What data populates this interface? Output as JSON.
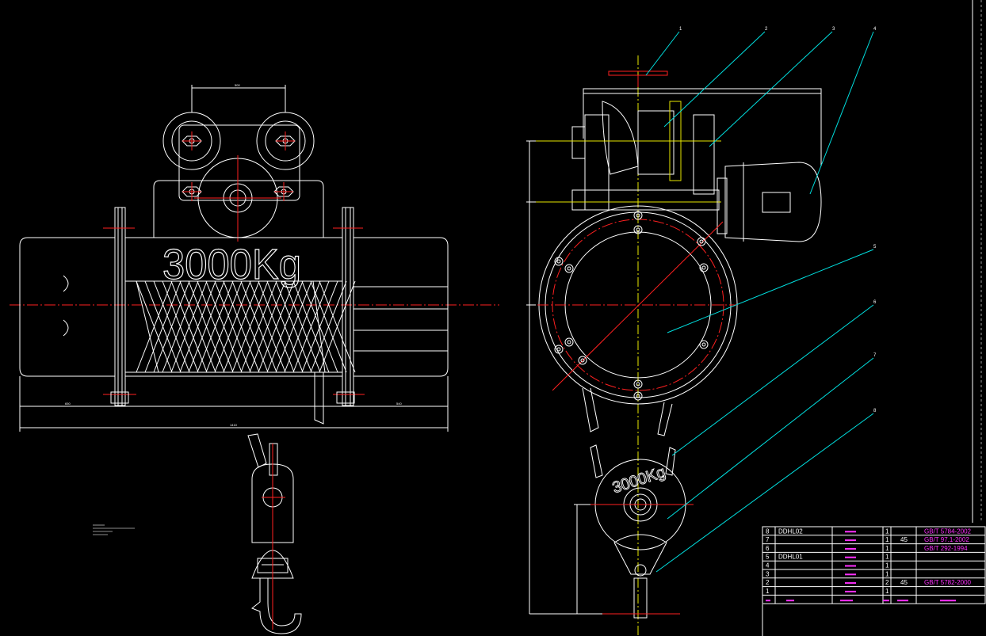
{
  "drawing": {
    "capacity_label": "3000Kg",
    "hook_capacity_label": "3000Kg",
    "balloons": [
      "1",
      "2",
      "3",
      "4",
      "5",
      "6",
      "7",
      "8"
    ],
    "colors": {
      "background": "#000000",
      "outline": "#ffffff",
      "center": "#ff2020",
      "leader": "#00e0e0",
      "table_text": "#ff30ff"
    }
  },
  "bom": {
    "rows": [
      {
        "no": "8",
        "code": "DDHL02",
        "name": "",
        "qty": "1",
        "mat": "",
        "std": "GB/T 5784-2002"
      },
      {
        "no": "7",
        "code": "",
        "name": "",
        "qty": "1",
        "mat": "45",
        "std": "GB/T 97.1-2002"
      },
      {
        "no": "6",
        "code": "",
        "name": "",
        "qty": "1",
        "mat": "",
        "std": "GB/T 292-1994"
      },
      {
        "no": "5",
        "code": "DDHL01",
        "name": "",
        "qty": "1",
        "mat": "",
        "std": ""
      },
      {
        "no": "4",
        "code": "",
        "name": "",
        "qty": "1",
        "mat": "",
        "std": ""
      },
      {
        "no": "3",
        "code": "",
        "name": "",
        "qty": "1",
        "mat": "",
        "std": ""
      },
      {
        "no": "2",
        "code": "",
        "name": "",
        "qty": "2",
        "mat": "45",
        "std": "GB/T 5782-2000"
      },
      {
        "no": "1",
        "code": "",
        "name": "",
        "qty": "1",
        "mat": "",
        "std": ""
      }
    ]
  }
}
